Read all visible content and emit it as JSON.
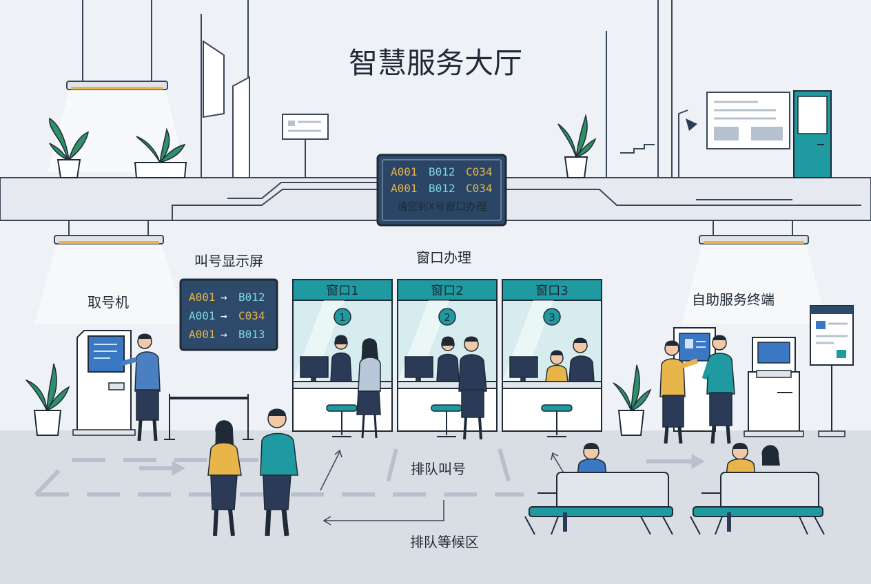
{
  "title": "智慧服务大厅",
  "main_display": {
    "rows": [
      [
        "A001",
        "B012",
        "C034"
      ],
      [
        "A001",
        "B012",
        "C034"
      ]
    ],
    "message": "请您到X号窗口办理"
  },
  "call_display": {
    "label": "叫号显示屏",
    "rows": [
      {
        "from": "A001",
        "arrow": "→",
        "to": "B012"
      },
      {
        "from": "A001",
        "arrow": "→",
        "to": "C034"
      },
      {
        "from": "A001",
        "arrow": "→",
        "to": "B013"
      }
    ]
  },
  "windows_section": {
    "label": "窗口办理",
    "windows": [
      {
        "name": "窗口1",
        "number": "1"
      },
      {
        "name": "窗口2",
        "number": "2"
      },
      {
        "name": "窗口3",
        "number": "3"
      }
    ]
  },
  "kiosk_label": "取号机",
  "self_service_label": "自助服务终端",
  "queue_label": "排队叫号",
  "waiting_label": "排队等候区",
  "colors": {
    "teal": "#1f9aa0",
    "navy": "#2b3b57",
    "screen": "#2d4a6b",
    "amber": "#e8b54a",
    "cyan": "#7fd6de",
    "plant": "#2f8f6a"
  }
}
